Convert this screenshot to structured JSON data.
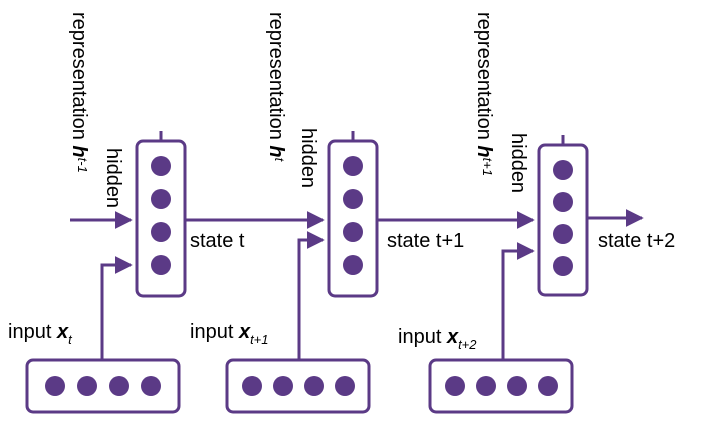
{
  "colors": {
    "stroke": "#5b3a86",
    "node_fill": "#5b3a86",
    "background": "#ffffff",
    "text": "#000000"
  },
  "steps": [
    {
      "input_label": {
        "prefix": "input ",
        "var": "x",
        "sub": "t"
      },
      "state_label": "state t",
      "hidden_label": "hidden",
      "representation_label": {
        "prefix": "representation ",
        "var": "h",
        "sub": "t-1"
      }
    },
    {
      "input_label": {
        "prefix": "input ",
        "var": "x",
        "sub": "t+1"
      },
      "state_label": "state t+1",
      "hidden_label": "hidden",
      "representation_label": {
        "prefix": "representation ",
        "var": "h",
        "sub": "t"
      }
    },
    {
      "input_label": {
        "prefix": "input ",
        "var": "x",
        "sub": "t+2"
      },
      "state_label": "state t+2",
      "hidden_label": "hidden",
      "representation_label": {
        "prefix": "representation ",
        "var": "h",
        "sub": "t+1"
      }
    }
  ]
}
